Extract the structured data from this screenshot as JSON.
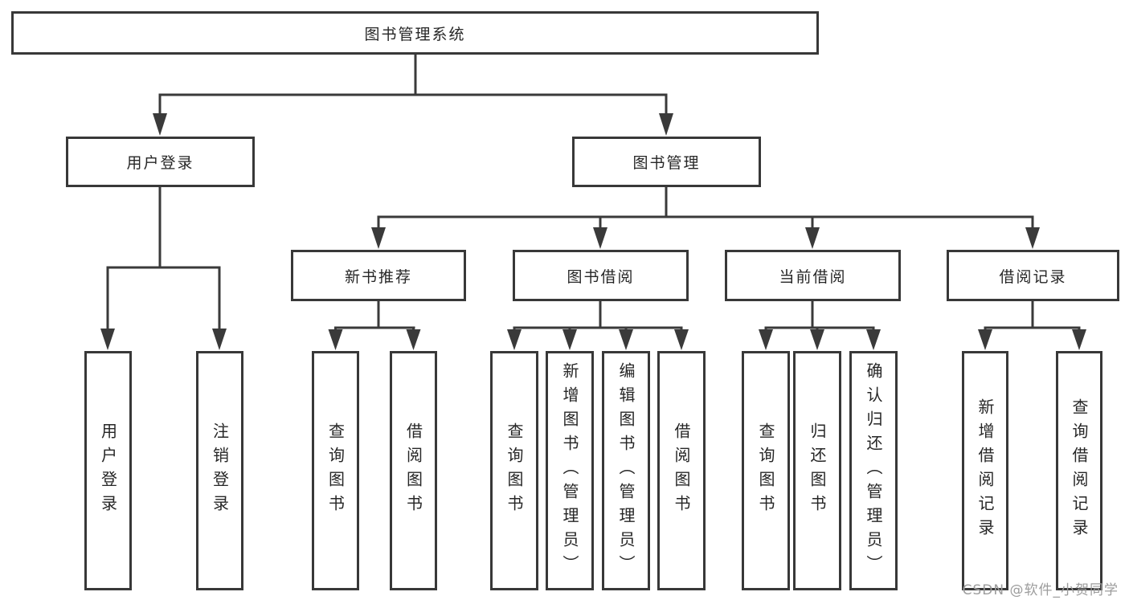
{
  "diagram_title": "图书管理系统",
  "tree": {
    "root": {
      "label": "图书管理系统",
      "children": [
        {
          "label": "用户登录",
          "children": [
            {
              "label": "用户登录"
            },
            {
              "label": "注销登录"
            }
          ]
        },
        {
          "label": "图书管理",
          "children": [
            {
              "label": "新书推荐",
              "children": [
                {
                  "label": "查询图书"
                },
                {
                  "label": "借阅图书"
                }
              ]
            },
            {
              "label": "图书借阅",
              "children": [
                {
                  "label": "查询图书"
                },
                {
                  "label": "新增图书（管理员）"
                },
                {
                  "label": "编辑图书（管理员）"
                },
                {
                  "label": "借阅图书"
                }
              ]
            },
            {
              "label": "当前借阅",
              "children": [
                {
                  "label": "查询图书"
                },
                {
                  "label": "归还图书"
                },
                {
                  "label": "确认归还（管理员）"
                }
              ]
            },
            {
              "label": "借阅记录",
              "children": [
                {
                  "label": "新增借阅记录"
                },
                {
                  "label": "查询借阅记录"
                }
              ]
            }
          ]
        }
      ]
    }
  },
  "watermark": "CSDN @软件_小贺同学",
  "colors": {
    "line": "#3a3a3a",
    "box_border": "#383838",
    "text": "#262626",
    "watermark": "#9c9c9c",
    "background": "#ffffff"
  }
}
